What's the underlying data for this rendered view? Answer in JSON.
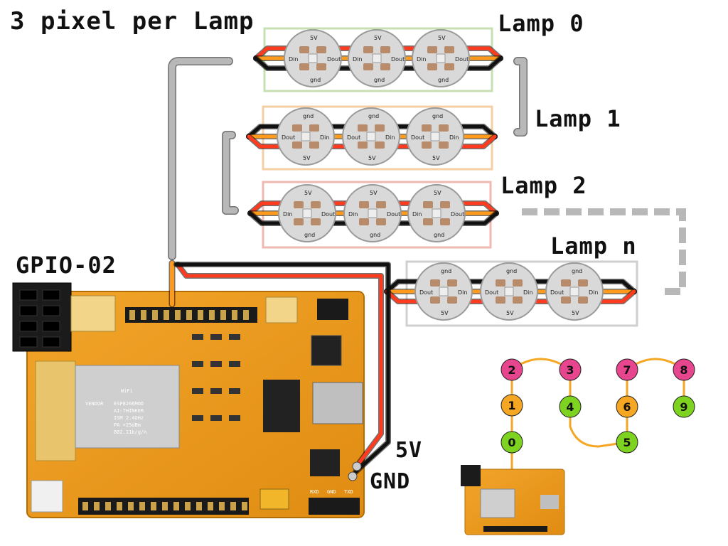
{
  "diagram": {
    "title": "3 pixel per Lamp",
    "gpio_label": "GPIO-02",
    "power_label": "5V",
    "ground_label": "GND",
    "lamps": [
      {
        "label": "Lamp 0",
        "frame_color": "#c6e0b4",
        "flipped": false
      },
      {
        "label": "Lamp 1",
        "frame_color": "#f5cfa6",
        "flipped": true
      },
      {
        "label": "Lamp 2",
        "frame_color": "#f0b8b0",
        "flipped": false
      },
      {
        "label": "Lamp n",
        "frame_color": "#cfcfcf",
        "flipped": true
      }
    ],
    "pixel_pins": {
      "vcc": "5V",
      "data_in": "Din",
      "data_out": "Dout",
      "ground": "gnd"
    },
    "board": {
      "module_text": [
        "ESP8266MOD",
        "AI-THINKER",
        "ISM 2.4GHz",
        "PA +25dBm",
        "802.11b/g/n"
      ],
      "wifi_text": "WiFi",
      "vendor_text": "VENDOR",
      "header_labels": [
        "RXD",
        "GND",
        "TXD"
      ]
    },
    "order_diagram": {
      "nodes": [
        {
          "n": "0",
          "color": "#7ed321"
        },
        {
          "n": "1",
          "color": "#f5a623"
        },
        {
          "n": "2",
          "color": "#e8458f"
        },
        {
          "n": "3",
          "color": "#e8458f"
        },
        {
          "n": "4",
          "color": "#7ed321"
        },
        {
          "n": "5",
          "color": "#7ed321"
        },
        {
          "n": "6",
          "color": "#f5a623"
        },
        {
          "n": "7",
          "color": "#e8458f"
        },
        {
          "n": "8",
          "color": "#e8458f"
        },
        {
          "n": "9",
          "color": "#7ed321"
        }
      ],
      "link_color": "#f5a623"
    },
    "wire_colors": {
      "power": "#ff3b1f",
      "ground": "#111111",
      "data": "#ff9a1a",
      "link": "#b8b8b8"
    }
  }
}
